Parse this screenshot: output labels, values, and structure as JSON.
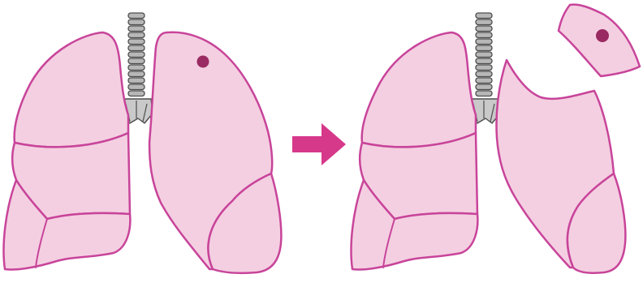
{
  "diagram": {
    "panels": [
      {
        "name": "before",
        "lobes": [
          "right-upper",
          "right-middle",
          "right-lower",
          "left-upper",
          "left-lower"
        ],
        "tumor": "left-upper"
      },
      {
        "name": "after",
        "lobes": [
          "right-upper",
          "right-middle",
          "right-lower",
          "left-lower"
        ],
        "removed_lobe": "left-upper",
        "tumor": "left-upper"
      }
    ],
    "colors": {
      "lung_fill": "#f4cfe1",
      "lung_stroke": "#c8449a",
      "tumor": "#9a2a62",
      "arrow": "#d6388a",
      "trachea": "#b7b7b7"
    },
    "icons": {
      "trachea": "trachea-icon",
      "arrow": "right-arrow-icon"
    }
  }
}
